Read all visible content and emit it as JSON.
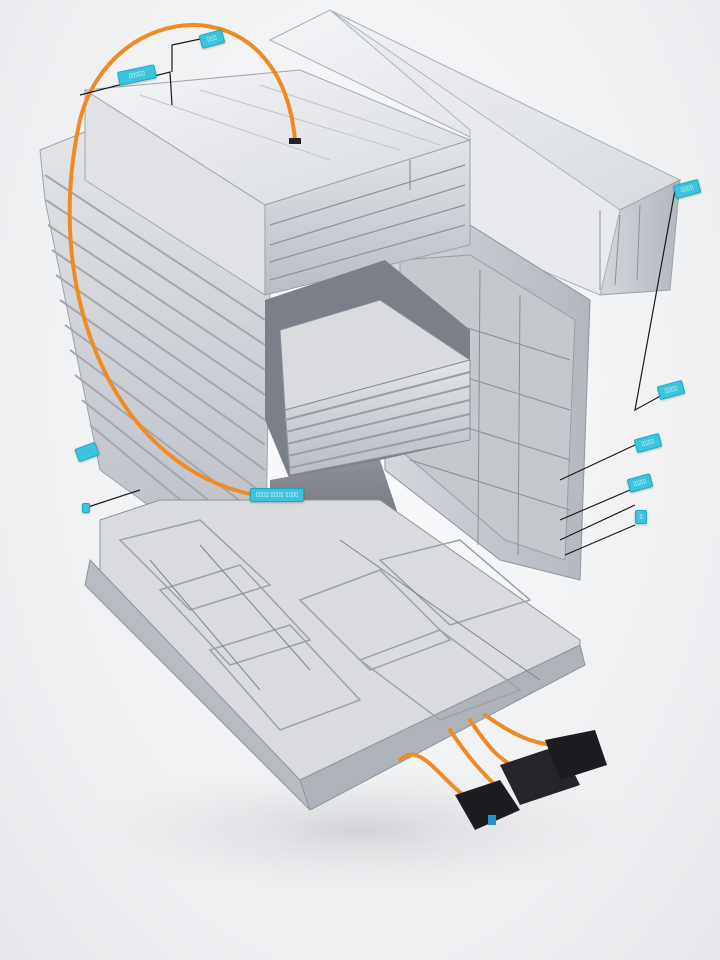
{
  "image": {
    "subject": "exploded 3D render of an electric vehicle battery pack",
    "background_color": "#f2f3f5",
    "colors": {
      "aluminum_light": "#e4e6e9",
      "aluminum_mid": "#c9ccd1",
      "aluminum_dark": "#9a9ea5",
      "cable_orange": "#f08a24",
      "label_cyan": "#3cc4de",
      "connector_black": "#1c1d20",
      "leader_line": "#1a1a1a"
    }
  },
  "labels": [
    {
      "id": "label-top-left",
      "text": "▯▯▯▯▯"
    },
    {
      "id": "label-top-center",
      "text": "▯▯▯"
    },
    {
      "id": "label-right-upper",
      "text": "▯▯▯▯"
    },
    {
      "id": "label-right-lower",
      "text": "▯▯▯▯"
    },
    {
      "id": "label-cable-mid",
      "text": "▯▯▯▯ ▯▯▯▯ ▯▯▯▯"
    },
    {
      "id": "label-left-mid",
      "text": ""
    },
    {
      "id": "label-left-small",
      "text": ""
    },
    {
      "id": "label-right-1",
      "text": "▯▯▯▯"
    },
    {
      "id": "label-right-2",
      "text": "▯▯▯▯"
    },
    {
      "id": "label-right-3",
      "text": "▯"
    }
  ]
}
